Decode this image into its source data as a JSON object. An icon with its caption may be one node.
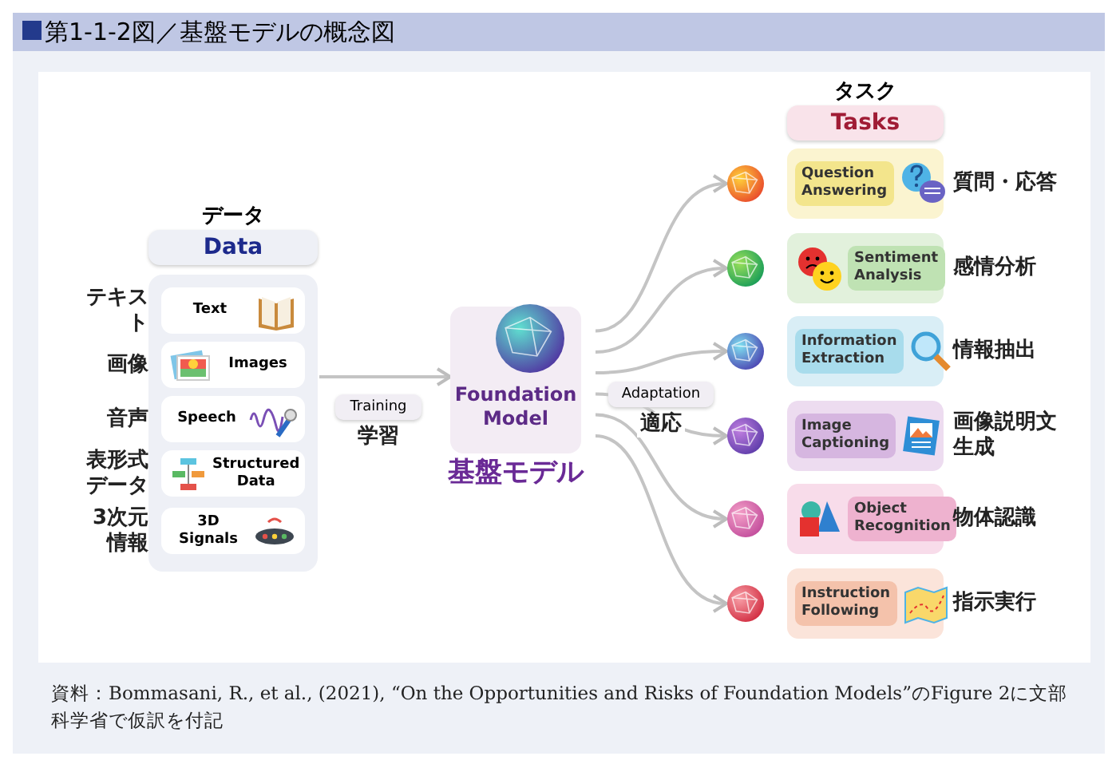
{
  "diagram": {
    "title": "第1-1-2図／基盤モデルの概念図",
    "caption": "資料：Bommasani, R., et al., (2021), “On the Opportunities and Risks of Foundation Models”のFigure 2に文部科学省で仮訳を付記",
    "nodes": [
      {
        "text": [
          "データ",
          "Data"
        ]
      },
      {
        "text": [],
        "shape": "box"
      },
      {
        "text": [
          "Text"
        ],
        "in": 1,
        "beside": [
          "テキスト"
        ]
      },
      {
        "text": [
          "Images"
        ],
        "in": 1,
        "beside": [
          "画像"
        ]
      },
      {
        "text": [
          "Speech"
        ],
        "in": 1,
        "beside": [
          "音声"
        ]
      },
      {
        "text": [
          "Structured Data"
        ],
        "in": 1,
        "beside": [
          "表形式データ"
        ]
      },
      {
        "text": [
          "3D Signals"
        ],
        "in": 1,
        "beside": [
          "3次元情報"
        ]
      },
      {
        "text": [
          "Foundation Model"
        ],
        "beside": [
          "基盤モデル"
        ]
      },
      {
        "text": [
          "タスク",
          "Tasks"
        ]
      },
      {
        "text": [],
        "shape": "circle"
      },
      {
        "text": [
          "Question Answering"
        ],
        "beside": [
          "質問・応答"
        ]
      },
      {
        "text": [],
        "shape": "circle"
      },
      {
        "text": [
          "Sentiment Analysis"
        ],
        "beside": [
          "感情分析"
        ]
      },
      {
        "text": [],
        "shape": "circle"
      },
      {
        "text": [
          "Information Extraction"
        ],
        "beside": [
          "情報抽出"
        ]
      },
      {
        "text": [],
        "shape": "circle"
      },
      {
        "text": [
          "Image Captioning"
        ],
        "beside": [
          "画像説明文生成"
        ]
      },
      {
        "text": [],
        "shape": "circle"
      },
      {
        "text": [
          "Object Recognition"
        ],
        "beside": [
          "物体認識"
        ]
      },
      {
        "text": [],
        "shape": "circle"
      },
      {
        "text": [
          "Instruction Following"
        ],
        "beside": [
          "指示実行"
        ]
      }
    ],
    "edges": [
      {
        "from": 1,
        "to": 7,
        "arrow": "to"
      },
      {
        "from": 7,
        "to": 9,
        "arrow": "to"
      },
      {
        "from": 7,
        "to": 11,
        "arrow": "to"
      },
      {
        "from": 7,
        "to": 13,
        "arrow": "to"
      },
      {
        "from": 7,
        "to": 15,
        "arrow": "to"
      },
      {
        "from": 7,
        "to": 17,
        "arrow": "to"
      },
      {
        "from": 7,
        "to": 19,
        "arrow": "to"
      }
    ],
    "labels": [
      "Training",
      "学習",
      "Adaptation",
      "適応"
    ]
  }
}
